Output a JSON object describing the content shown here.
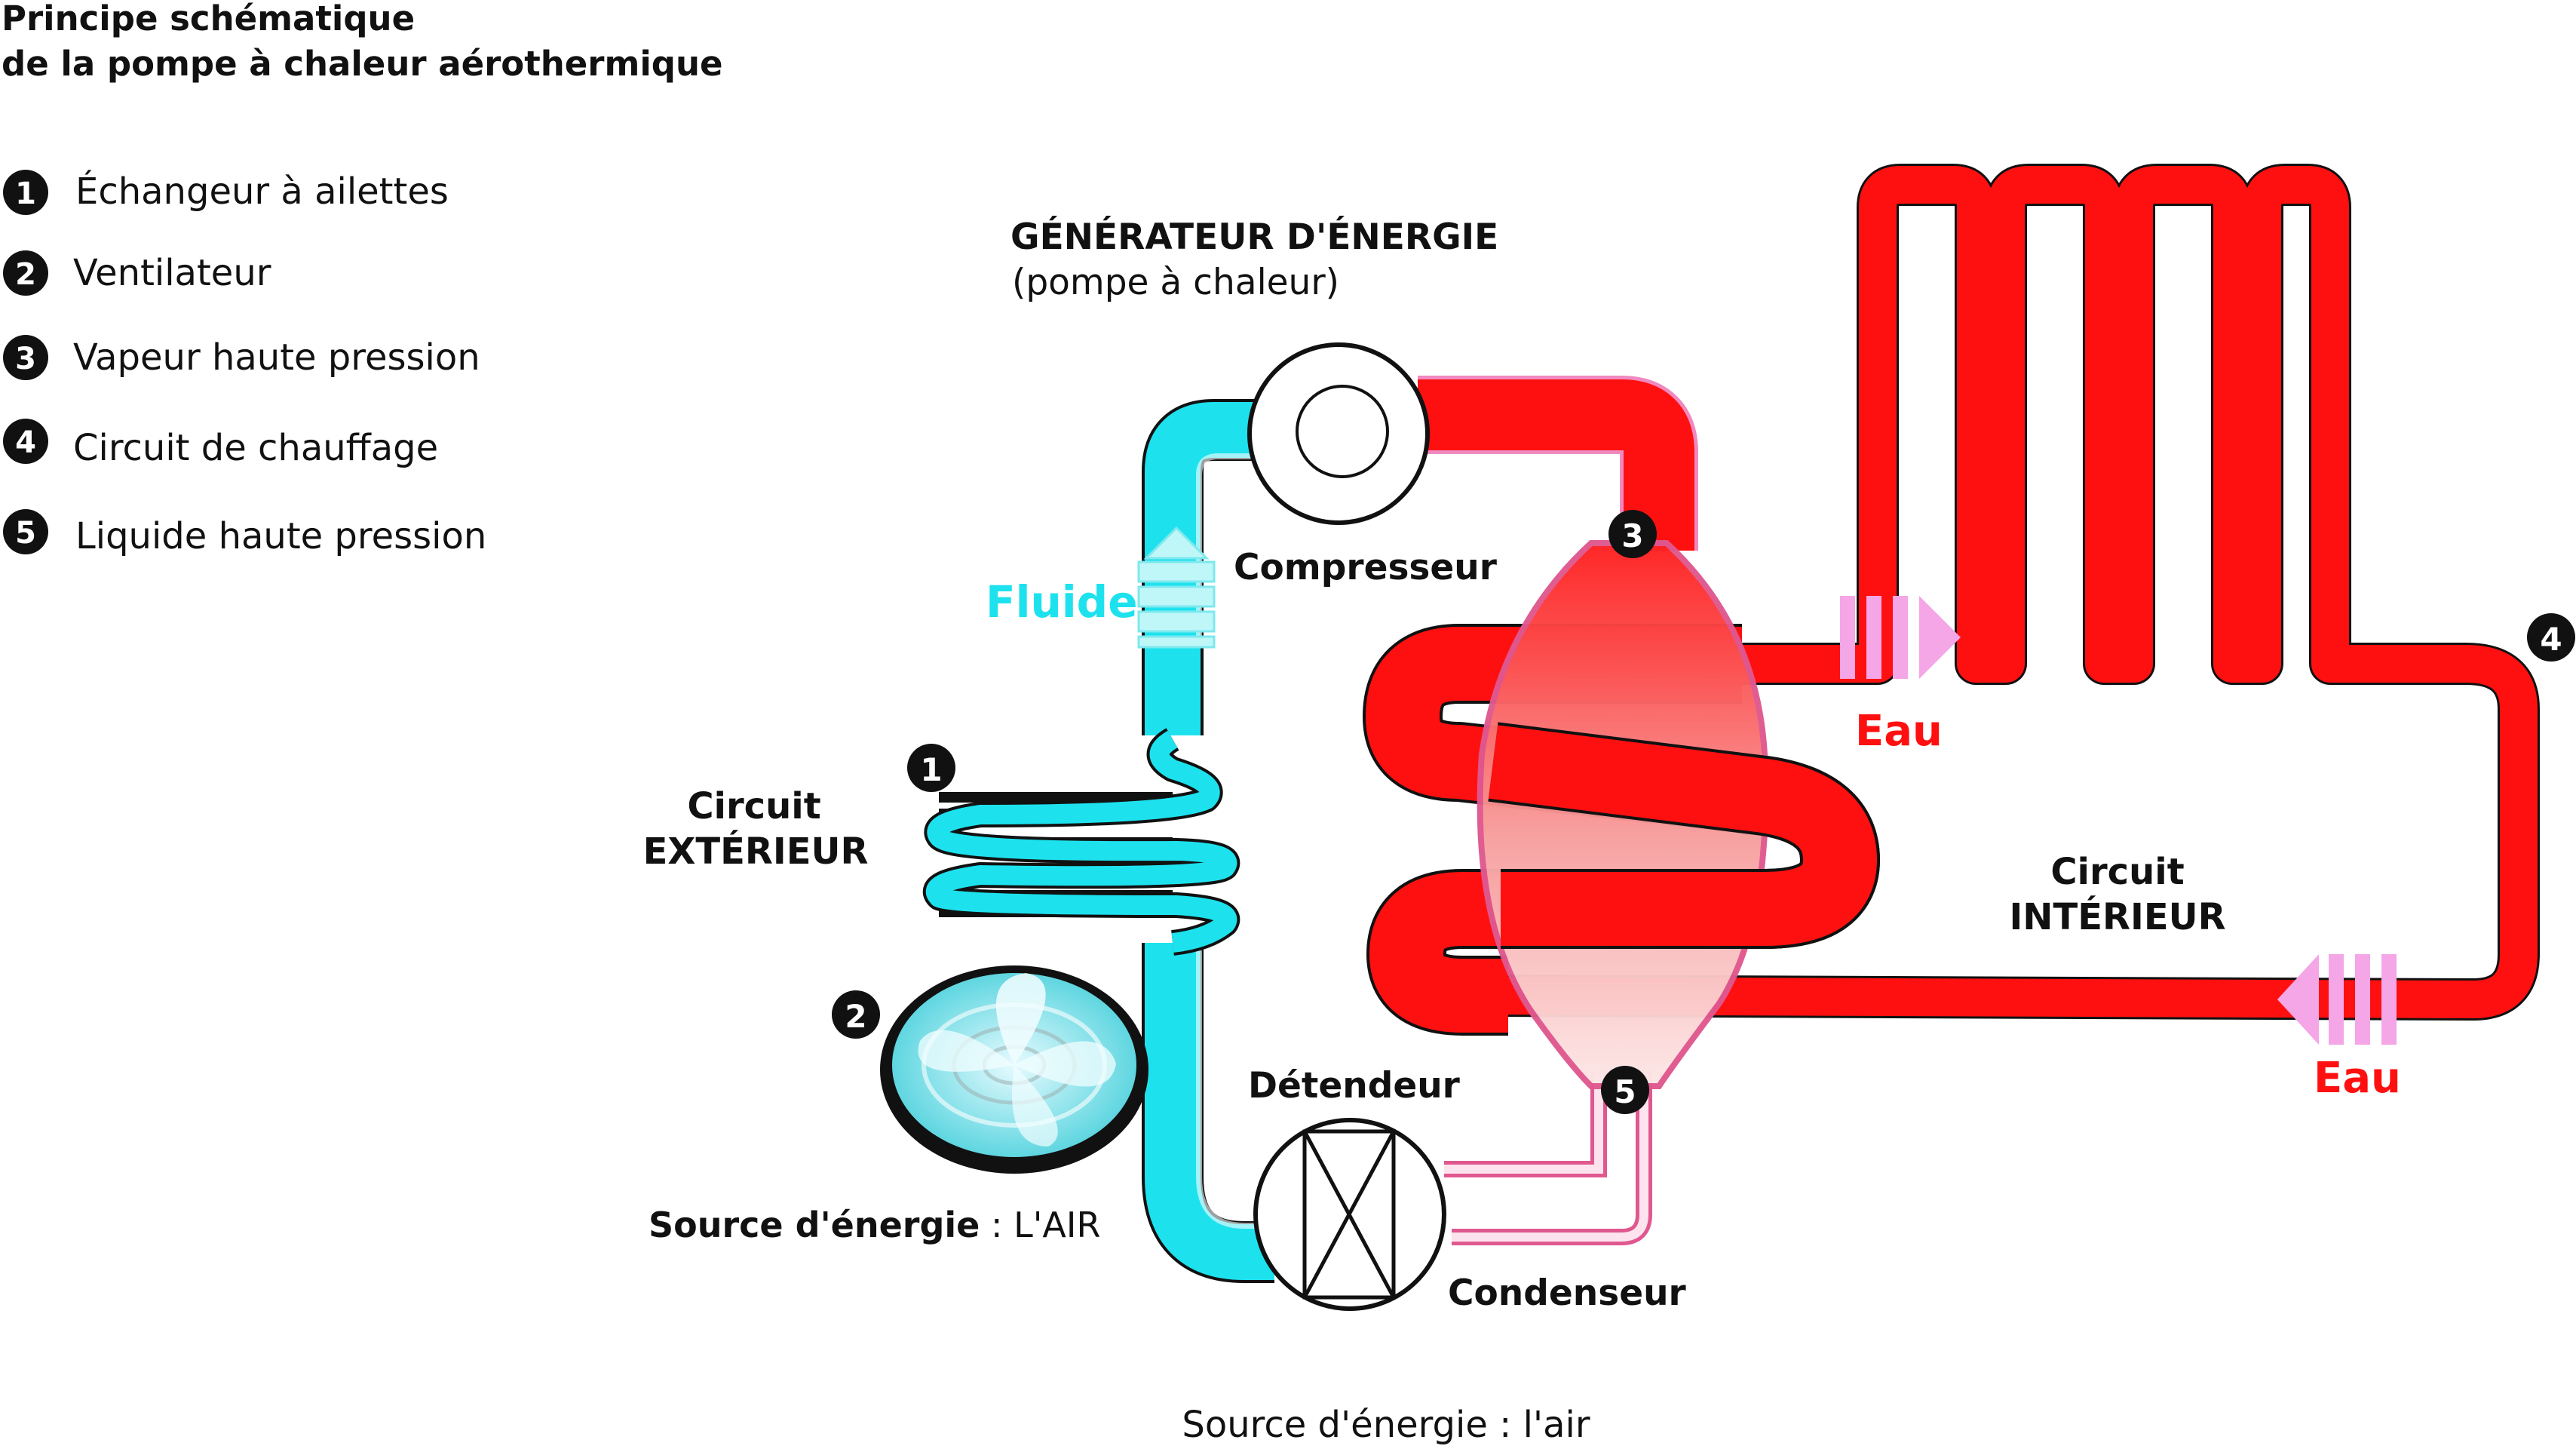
{
  "title": {
    "line1": "Principe schématique",
    "line2": "de la pompe à chaleur aérothermique"
  },
  "legend": [
    {
      "num": "1",
      "label": "Échangeur à ailettes"
    },
    {
      "num": "2",
      "label": "Ventilateur"
    },
    {
      "num": "3",
      "label": "Vapeur haute pression"
    },
    {
      "num": "4",
      "label": "Circuit de chauffage"
    },
    {
      "num": "5",
      "label": "Liquide haute pression"
    }
  ],
  "generator": {
    "title": "GÉNÉRATEUR D'ÉNERGIE",
    "subtitle": "(pompe à chaleur)"
  },
  "labels": {
    "compressor": "Compresseur",
    "fluid": "Fluide",
    "outer_circuit_1": "Circuit",
    "outer_circuit_2": "EXTÉRIEUR",
    "expansion_valve": "Détendeur",
    "condenser": "Condenseur",
    "source_bold": "Source d'énergie",
    "source_rest": " : L'AIR",
    "water_top": "Eau",
    "water_bottom": "Eau",
    "inner_circuit_1": "Circuit",
    "inner_circuit_2": "INTÉRIEUR",
    "caption": "Source d'énergie : l'air"
  },
  "markers": {
    "m1": "1",
    "m2": "2",
    "m3": "3",
    "m4": "4",
    "m5": "5"
  },
  "colors": {
    "cyan": "#1de2ee",
    "red": "#ff1010",
    "pink": "#f4a6e6",
    "black": "#111111"
  }
}
